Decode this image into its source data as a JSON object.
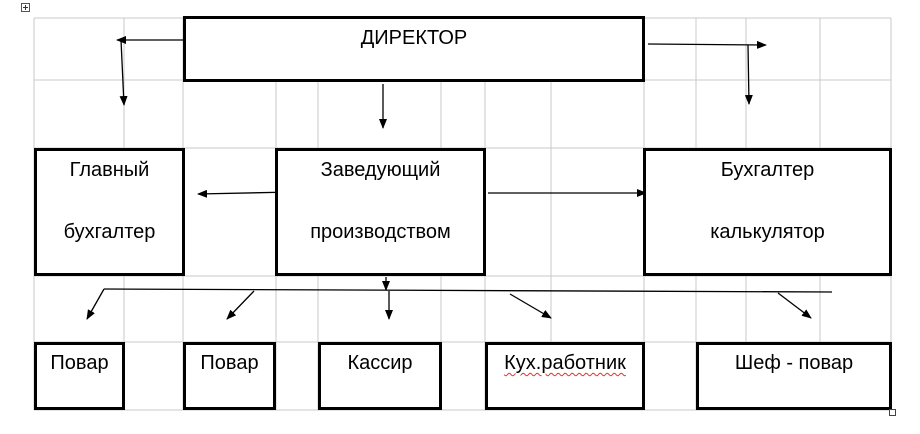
{
  "diagram": {
    "director": "ДИРЕКТОР",
    "chief_accountant": [
      "Главный",
      "бухгалтер"
    ],
    "production_manager": [
      "Заведующий",
      "производством"
    ],
    "accountant_calculator": [
      "Бухгалтер",
      "калькулятор"
    ],
    "staff": [
      "Повар",
      "Повар",
      "Кассир",
      "Кух.работник",
      "Шеф - повар"
    ]
  },
  "colors": {
    "line": "#000000",
    "grid": "#c8c8c8",
    "spellcheck": "#e03030"
  }
}
